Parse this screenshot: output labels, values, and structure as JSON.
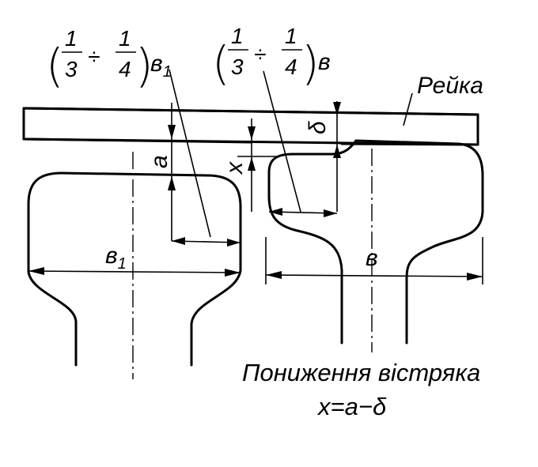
{
  "labels": {
    "rail": "Рейка",
    "a": "a",
    "x": "x",
    "delta": "δ",
    "b1": "в",
    "b1_sub": "1",
    "b": "в",
    "frac_num": "1",
    "frac_den_left": "3",
    "frac_den_right": "4",
    "div_sign": "÷",
    "paren_open": "(",
    "paren_close": ")",
    "left_fraction_var": "в",
    "left_fraction_sub": "1",
    "right_fraction_var": "в"
  },
  "caption": {
    "line1": "Пониження вістряка",
    "line2": "x=a−δ"
  }
}
